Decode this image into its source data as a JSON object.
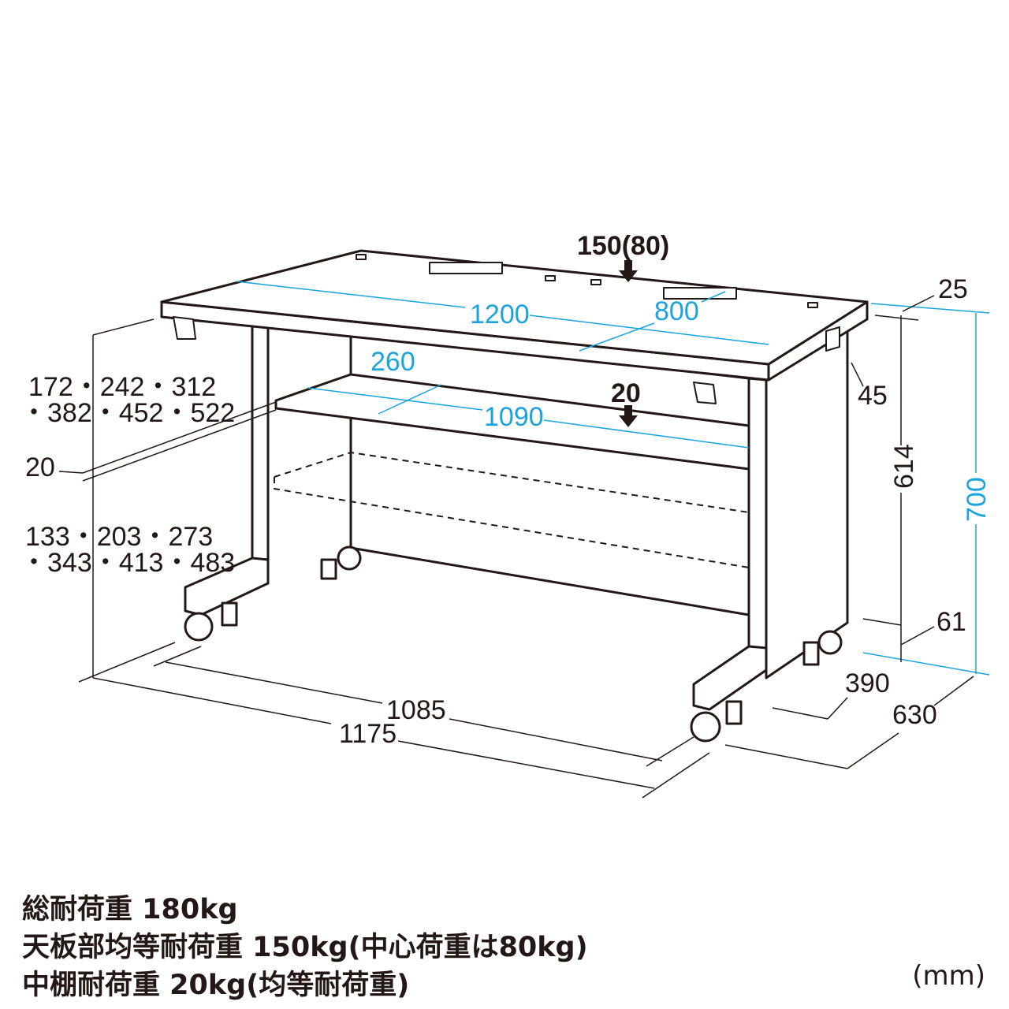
{
  "dimensions": {
    "top_load": "150(80)",
    "shelf_load": "20",
    "width_top": "1200",
    "grommet_span": "800",
    "shelf_depth": "260",
    "shelf_width": "1090",
    "shelf_heights_upper_1": "172・242・312",
    "shelf_heights_upper_2": "・382・452・522",
    "shelf_thickness": "20",
    "shelf_heights_lower_1": "133・203・273",
    "shelf_heights_lower_2": "・343・413・483",
    "top_thickness": "25",
    "apron": "45",
    "leg_height": "614",
    "total_height": "700",
    "caster": "61",
    "inner_depth": "390",
    "depth": "630",
    "inner_width": "1085",
    "outer_width": "1175"
  },
  "notes": [
    "総耐荷重 180kg",
    "天板部均等耐荷重 150kg(中心荷重は80kg)",
    "中棚耐荷重 20kg(均等耐荷重)"
  ],
  "unit": "(mm)",
  "colors": {
    "line": "#231815",
    "dimension_blue": "#1aa3dc"
  }
}
